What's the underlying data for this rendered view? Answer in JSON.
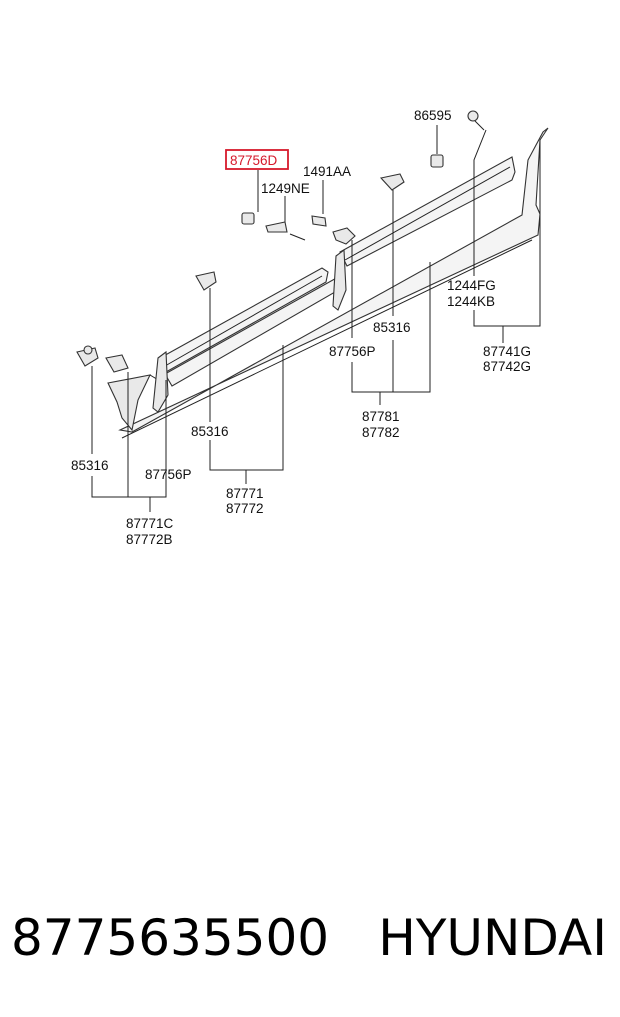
{
  "diagram": {
    "labels": {
      "l_86595": "86595",
      "l_87756D": "87756D",
      "l_1491AA": "1491AA",
      "l_1249NE": "1249NE",
      "l_1244FG": "1244FG",
      "l_1244KB": "1244KB",
      "l_85316_a": "85316",
      "l_87741G": "87741G",
      "l_87742G": "87742G",
      "l_87756P_a": "87756P",
      "l_87781": "87781",
      "l_87782": "87782",
      "l_85316_b": "85316",
      "l_85316_c": "85316",
      "l_87756P_b": "87756P",
      "l_87771": "87771",
      "l_87772": "87772",
      "l_87771C": "87771C",
      "l_87772B": "87772B"
    },
    "highlight_color": "#d6192b"
  },
  "footer": {
    "part_number": "8775635500",
    "brand": "HYUNDAI"
  }
}
